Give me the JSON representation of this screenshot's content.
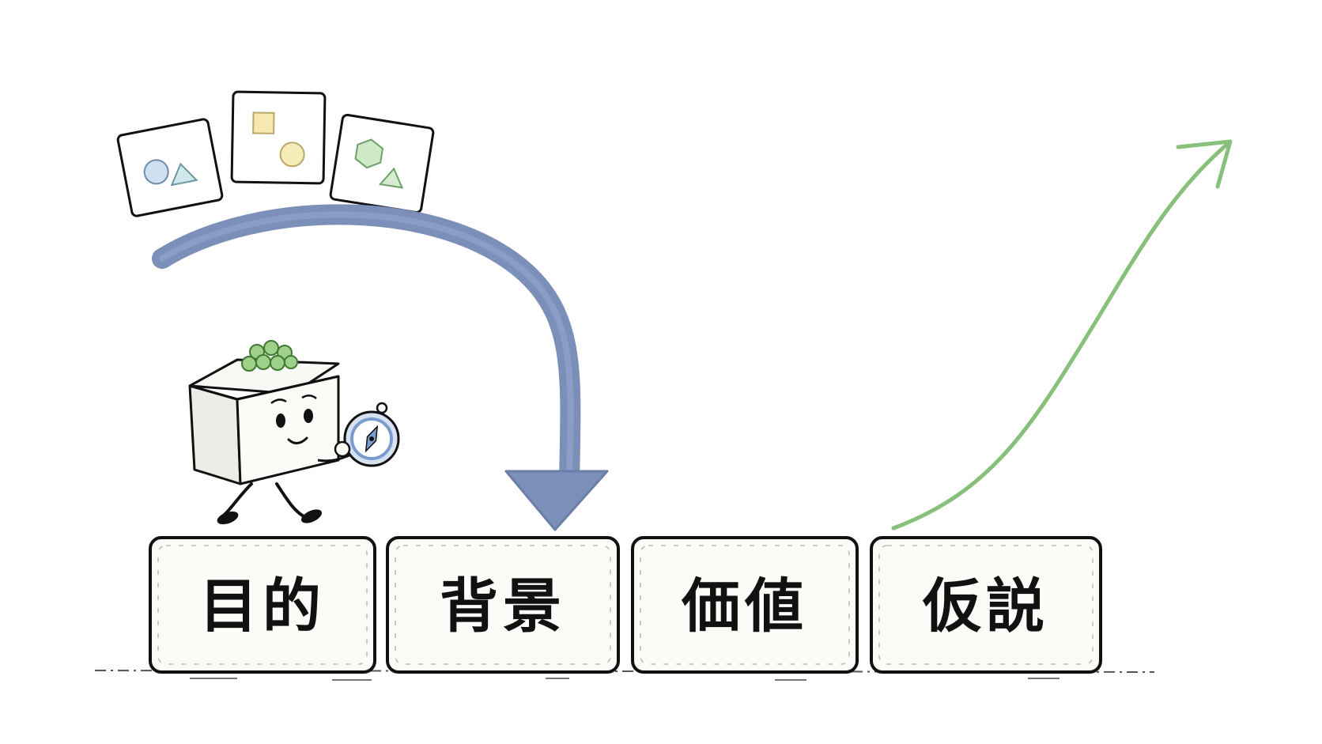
{
  "blocks": [
    {
      "label": "目的"
    },
    {
      "label": "背景"
    },
    {
      "label": "価値"
    },
    {
      "label": "仮説"
    }
  ],
  "cards": [
    {
      "shapes": [
        "circle-icon",
        "triangle-icon"
      ]
    },
    {
      "shapes": [
        "square-icon",
        "circle-icon"
      ]
    },
    {
      "shapes": [
        "hexagon-icon",
        "triangle-icon"
      ]
    }
  ],
  "colors": {
    "curved_arrow": "#7b8fb8",
    "growth_arrow": "#86c07a",
    "ink": "#111111",
    "block_fill": "#fbfbf8",
    "circle_blue": "#cfe0f0",
    "triangle_teal": "#cfe8ec",
    "square_yellow": "#f6e8b0",
    "circle_yellow": "#f6ecb8",
    "hexagon_green": "#cfe8c8",
    "triangle_green": "#d6ecd0",
    "sprout_green": "#9fd08a",
    "compass_blue": "#7b9ccf"
  },
  "character": {
    "name": "tofu-character-icon",
    "holding": "compass-icon"
  }
}
